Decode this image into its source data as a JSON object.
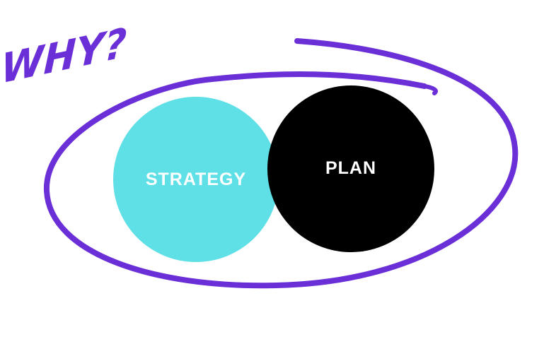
{
  "heading": {
    "text": "WHY?",
    "color": "#6a2fd6"
  },
  "ellipse": {
    "color": "#6a2fd6"
  },
  "circles": [
    {
      "label": "STRATEGY",
      "fill": "#5ee0e6"
    },
    {
      "label": "PLAN",
      "fill": "#000000"
    }
  ]
}
